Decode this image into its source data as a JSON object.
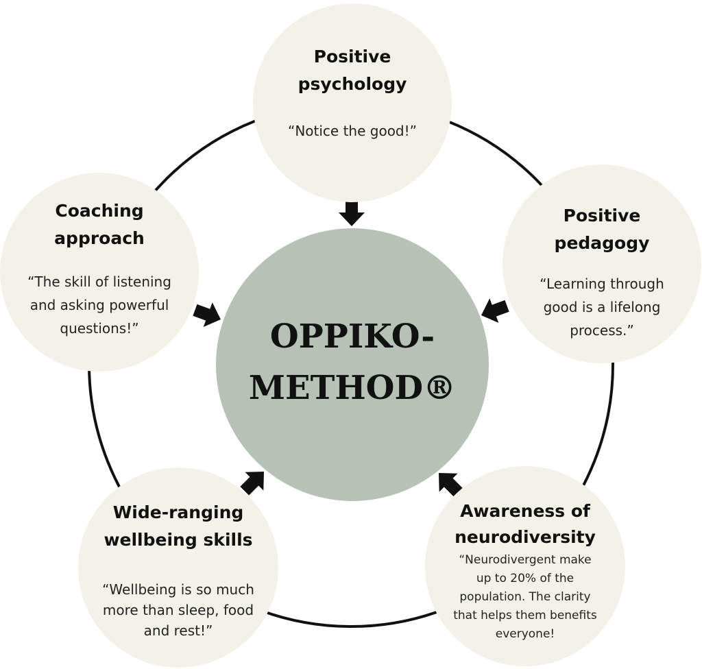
{
  "center": {
    "line1": "OPPIKO-",
    "line2": "METHOD®"
  },
  "nodes": [
    {
      "id": "positive-psychology",
      "title_lines": [
        "Positive",
        "psychology"
      ],
      "quote_lines": [
        "“Notice the good!”"
      ]
    },
    {
      "id": "positive-pedagogy",
      "title_lines": [
        "Positive",
        "pedagogy"
      ],
      "quote_lines": [
        "“Learning through",
        "good is a lifelong",
        "process.”"
      ]
    },
    {
      "id": "awareness-of-neurodiversity",
      "title_lines": [
        "Awareness of",
        "neurodiversity"
      ],
      "quote_lines": [
        "“Neurodivergent make",
        "up to 20% of the",
        "population. The clarity",
        "that helps them benefits",
        "everyone!"
      ]
    },
    {
      "id": "wellbeing-skills",
      "title_lines": [
        "Wide-ranging",
        "wellbeing skills"
      ],
      "quote_lines": [
        "“Wellbeing is so much",
        "more than sleep, food",
        "and rest!”"
      ]
    },
    {
      "id": "coaching-approach",
      "title_lines": [
        "Coaching",
        "approach"
      ],
      "quote_lines": [
        "“The skill of listening",
        "and asking powerful",
        "questions!”"
      ]
    }
  ],
  "colors": {
    "node_fill": "#f3f2e8",
    "center_fill": "#b5c2b5",
    "ring": "#111111",
    "arrow": "#111111"
  }
}
